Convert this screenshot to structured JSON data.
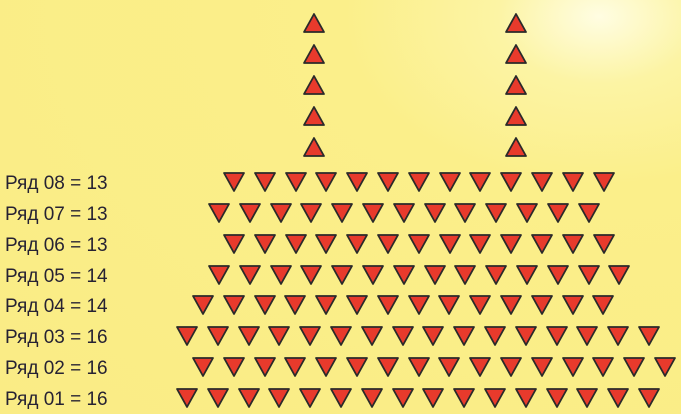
{
  "labels": [
    "Ряд 08 = 13",
    "Ряд 07 = 13",
    "Ряд 06 = 13",
    "Ряд 05 = 14",
    "Ряд 04 = 14",
    "Ряд 03 = 16",
    "Ряд 02 = 16",
    "Ряд 01 = 16"
  ],
  "rows": [
    {
      "row": 8,
      "count": 13
    },
    {
      "row": 7,
      "count": 13
    },
    {
      "row": 6,
      "count": 13
    },
    {
      "row": 5,
      "count": 14
    },
    {
      "row": 4,
      "count": 14
    },
    {
      "row": 3,
      "count": 16
    },
    {
      "row": 2,
      "count": 16
    },
    {
      "row": 1,
      "count": 16
    }
  ],
  "candles": {
    "count": 2,
    "height": 5
  },
  "colors": {
    "background": "#faec85",
    "triangle_fill": "#e83a2c",
    "triangle_stroke": "#2a2a2a",
    "text": "#262233"
  }
}
